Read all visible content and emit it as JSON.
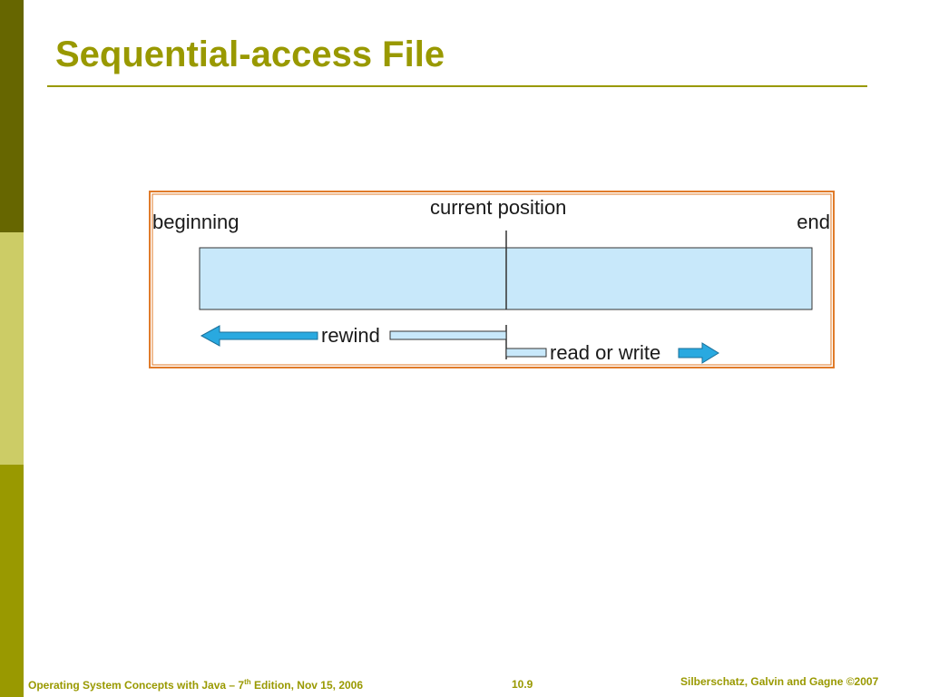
{
  "slide": {
    "title": "Sequential-access File"
  },
  "diagram": {
    "label_current_position": "current position",
    "label_beginning": "beginning",
    "label_end": "end",
    "label_rewind": "rewind",
    "label_read_or_write": "read or write"
  },
  "footer": {
    "book_prefix": "Operating System Concepts with Java – 7",
    "book_sup": "th",
    "book_suffix": " Edition, Nov 15, 2006",
    "page": "10.9",
    "authors": "Silberschatz, Galvin and Gagne ©2007"
  },
  "colors": {
    "accent": "#999900",
    "band_dark": "#666600",
    "band_light": "#cccc66",
    "frame": "#e07b2a",
    "tape_fill": "#c8e8fa",
    "arrow_fill": "#29a9e0"
  }
}
